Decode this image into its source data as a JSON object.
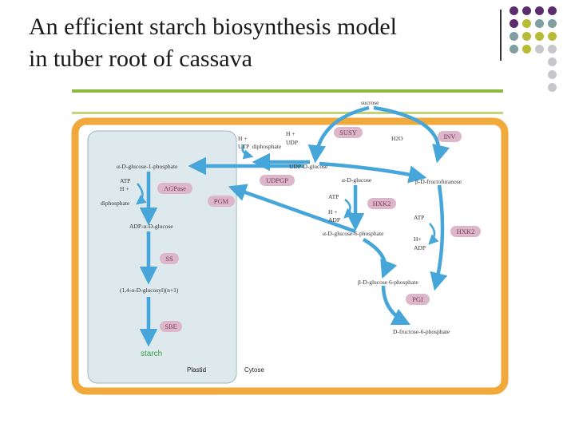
{
  "slide": {
    "title_line1": "An efficient starch biosynthesis model",
    "title_line2": "in tuber root of cassava"
  },
  "colors": {
    "purple": "#5e2d6b",
    "teal": "#7f9ea1",
    "olive": "#b7bb36",
    "gray": "#c6c6cc",
    "orange": "#f2a93b",
    "green": "#8cba3f",
    "plastid": "#dde9ec",
    "arrow": "#46a6d9",
    "enzyme_fill": "#dcb6c9"
  },
  "diagram": {
    "compartments": {
      "plastid": "Plastid",
      "cytosol": "Cytose"
    },
    "metabolites": {
      "sucrose": "sucrose",
      "h2o": "H2O",
      "udp_diphosphate": "diphosphate",
      "udp_glucose": "UDP-D-glucose",
      "a_glucose": "α-D-glucose",
      "b_fructofuranose": "β-D-fructofuranose",
      "g1p": "α-D-glucose-1-phosphate",
      "g6p_a": "α-D-glucose-6-phosphate",
      "g6p_b": "β-D-glucose 6-phosphate",
      "f6p": "D-fructose-6-phosphate",
      "adp_glucose": "ADP-α-D-glucose",
      "glucosyl": "(1,4-α-D-glucosyl)(n+1)",
      "diphosphate_left": "diphosphate",
      "starch": "starch"
    },
    "cofactors": {
      "h_plus": "H +",
      "utp": "UTP",
      "udp": "UDP",
      "atp": "ATP",
      "adp": "ADP",
      "h_plus_short": "H+",
      "h_plus_superscript": "H +"
    },
    "enzymes": {
      "susy": "SUSY",
      "inv": "INV",
      "udpgp": "UDPGP",
      "agpase": "AGPase",
      "pgm": "PGM",
      "hxk2_a": "HXK2",
      "hxk2_b": "HXK2",
      "ss": "SS",
      "sbe": "SBE",
      "pgi": "PGI"
    }
  }
}
